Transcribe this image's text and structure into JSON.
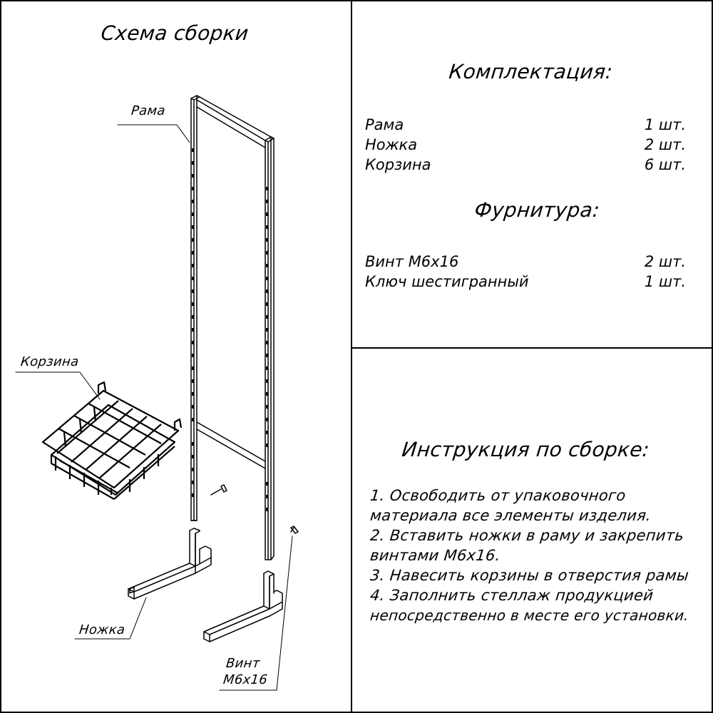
{
  "left_panel": {
    "title": "Схема сборки",
    "callouts": {
      "frame": "Рама",
      "basket": "Корзина",
      "leg": "Ножка",
      "screw_line1": "Винт",
      "screw_line2": "М6х16"
    }
  },
  "kit": {
    "heading": "Комплектация:",
    "items": [
      {
        "name": "Рама",
        "qty": "1 шт."
      },
      {
        "name": "Ножка",
        "qty": "2 шт."
      },
      {
        "name": "Корзина",
        "qty": "6 шт."
      }
    ]
  },
  "hardware": {
    "heading": "Фурнитура:",
    "items": [
      {
        "name": "Винт М6х16",
        "qty": "2 шт."
      },
      {
        "name": "Ключ шестигранный",
        "qty": "1 шт."
      }
    ]
  },
  "instructions": {
    "heading": "Инструкция по сборке:",
    "lines": [
      "1. Освободить от упаковочного",
      "материала все элементы изделия.",
      "2. Вставить ножки в раму и закрепить",
      "винтами М6х16.",
      "3. Навесить корзины в отверстия рамы",
      "4. Заполнить стеллаж продукцией",
      "непосредственно в  месте его установки."
    ]
  }
}
